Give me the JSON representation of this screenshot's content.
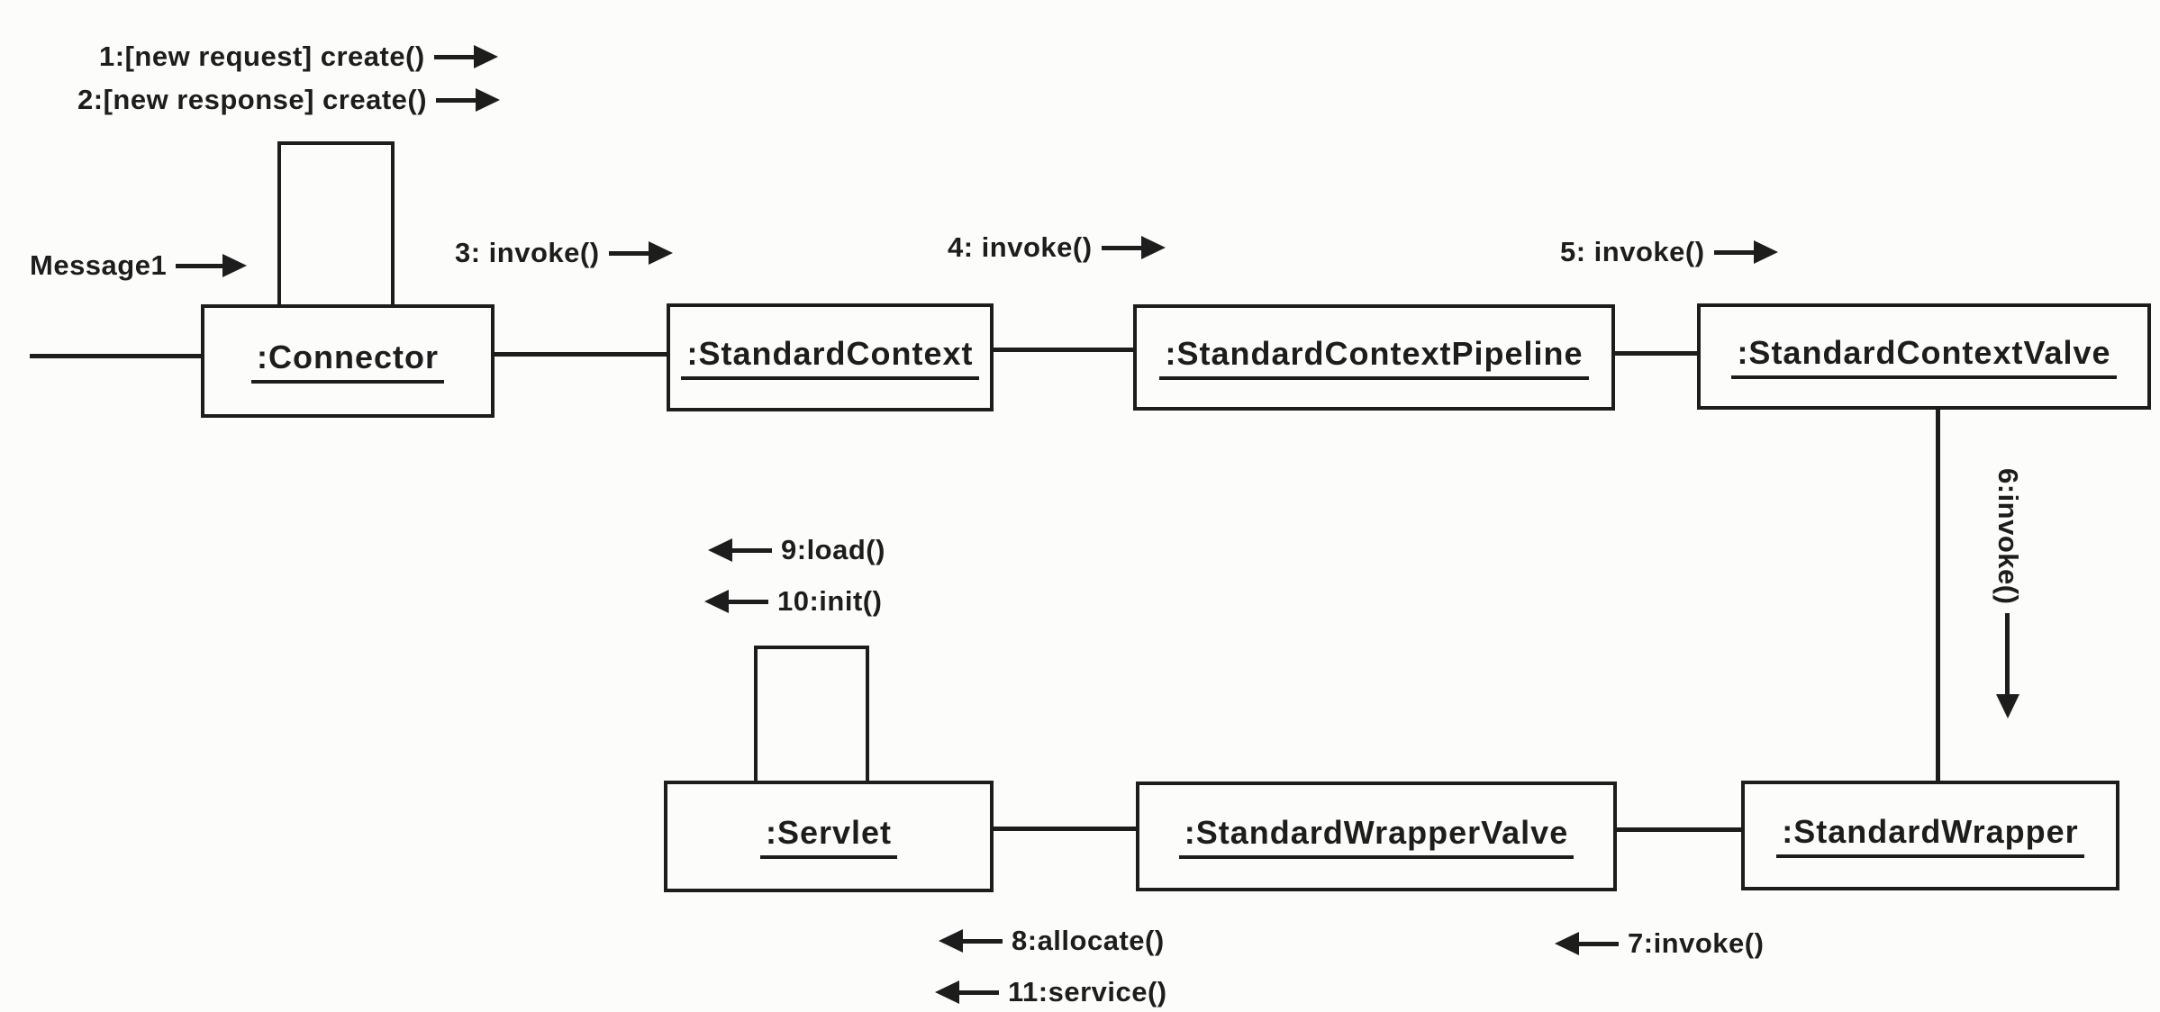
{
  "diagram": {
    "type": "uml-collaboration-diagram",
    "objects": [
      {
        "id": "connector",
        "label": ":Connector"
      },
      {
        "id": "standard-context",
        "label": ":StandardContext"
      },
      {
        "id": "standard-context-pipeline",
        "label": ":StandardContextPipeline"
      },
      {
        "id": "standard-context-valve",
        "label": ":StandardContextValve"
      },
      {
        "id": "servlet",
        "label": ":Servlet"
      },
      {
        "id": "standard-wrapper-valve",
        "label": ":StandardWrapperValve"
      },
      {
        "id": "standard-wrapper",
        "label": ":StandardWrapper"
      }
    ],
    "messages": [
      {
        "seq": "1",
        "label": "1:[new request] create()",
        "direction": "right"
      },
      {
        "seq": "2",
        "label": "2:[new response] create()",
        "direction": "right"
      },
      {
        "seq": "",
        "label": "Message1",
        "direction": "right"
      },
      {
        "seq": "3",
        "label": "3: invoke()",
        "direction": "right"
      },
      {
        "seq": "4",
        "label": "4: invoke()",
        "direction": "right"
      },
      {
        "seq": "5",
        "label": "5: invoke()",
        "direction": "right"
      },
      {
        "seq": "6",
        "label": "6:invoke()",
        "direction": "down"
      },
      {
        "seq": "7",
        "label": "7:invoke()",
        "direction": "left"
      },
      {
        "seq": "8",
        "label": "8:allocate()",
        "direction": "left"
      },
      {
        "seq": "9",
        "label": "9:load()",
        "direction": "left"
      },
      {
        "seq": "10",
        "label": "10:init()",
        "direction": "left"
      },
      {
        "seq": "11",
        "label": "11:service()",
        "direction": "left"
      }
    ],
    "colors": {
      "ink": "#1d1d1d",
      "paper": "#fcfcfa"
    }
  }
}
